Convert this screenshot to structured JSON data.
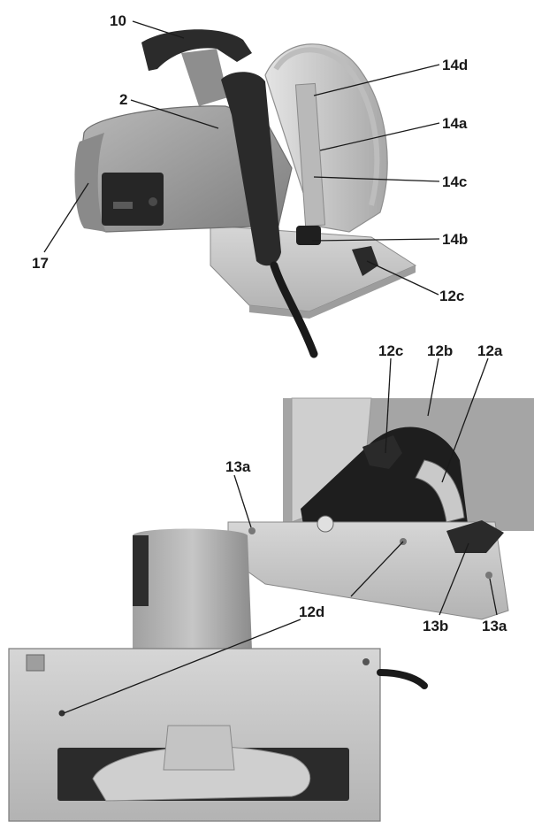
{
  "callouts": {
    "c10": "10",
    "c2": "2",
    "c17": "17",
    "c14d": "14d",
    "c14a": "14a",
    "c14c": "14c",
    "c14b": "14b",
    "c12c_top": "12c",
    "c12c_mid": "12c",
    "c12b": "12b",
    "c12a": "12a",
    "c13a_left": "13a",
    "c13a_right": "13a",
    "c13b": "13b",
    "c12d": "12d"
  },
  "figures": [
    {
      "name": "circular-saw-overview"
    },
    {
      "name": "bevel-adjustment-detail"
    },
    {
      "name": "base-plate-detail"
    }
  ],
  "colors": {
    "housing": "#9a9a9a",
    "grip": "#2b2b2b",
    "metal": "#c9c9c9",
    "guard": "#d4d4d4"
  }
}
